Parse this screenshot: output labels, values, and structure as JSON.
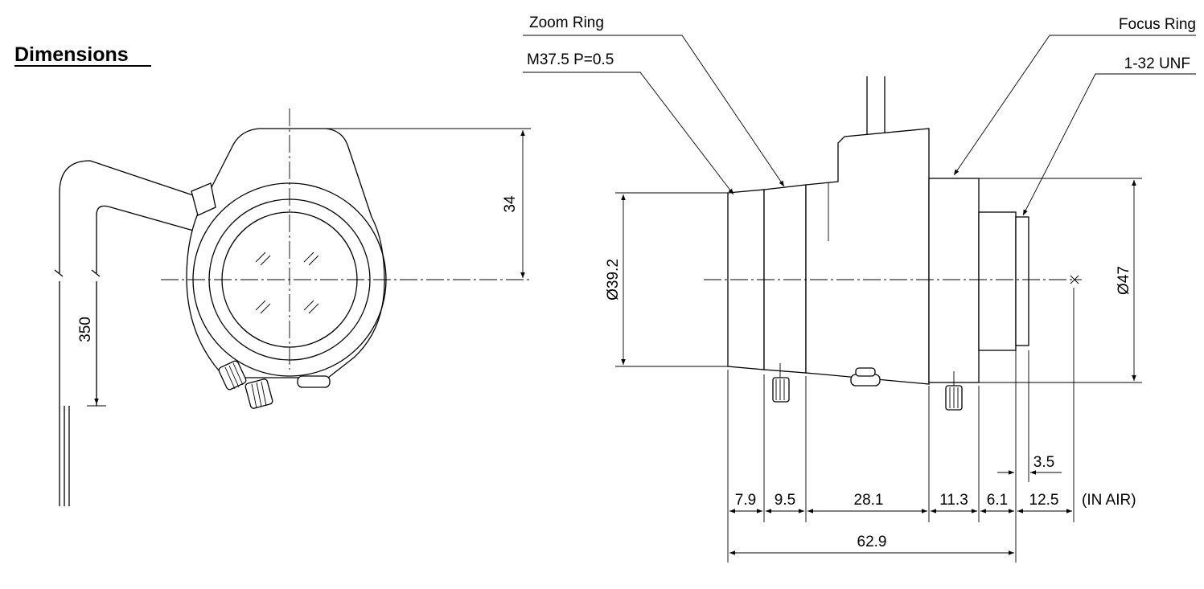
{
  "heading": "Dimensions",
  "callouts": {
    "zoom_ring": "Zoom Ring",
    "thread": "M37.5 P=0.5",
    "focus_ring": "Focus Ring",
    "mount": "1-32 UNF"
  },
  "front_view": {
    "height_dim": "34",
    "cable_dim": "350"
  },
  "side_view": {
    "front_diameter": "Ø39.2",
    "rear_diameter": "Ø47",
    "flange_dim": "3.5",
    "segments": [
      "7.9",
      "9.5",
      "28.1",
      "11.3",
      "6.1",
      "12.5"
    ],
    "in_air_note": "(IN AIR)",
    "total_length": "62.9"
  }
}
